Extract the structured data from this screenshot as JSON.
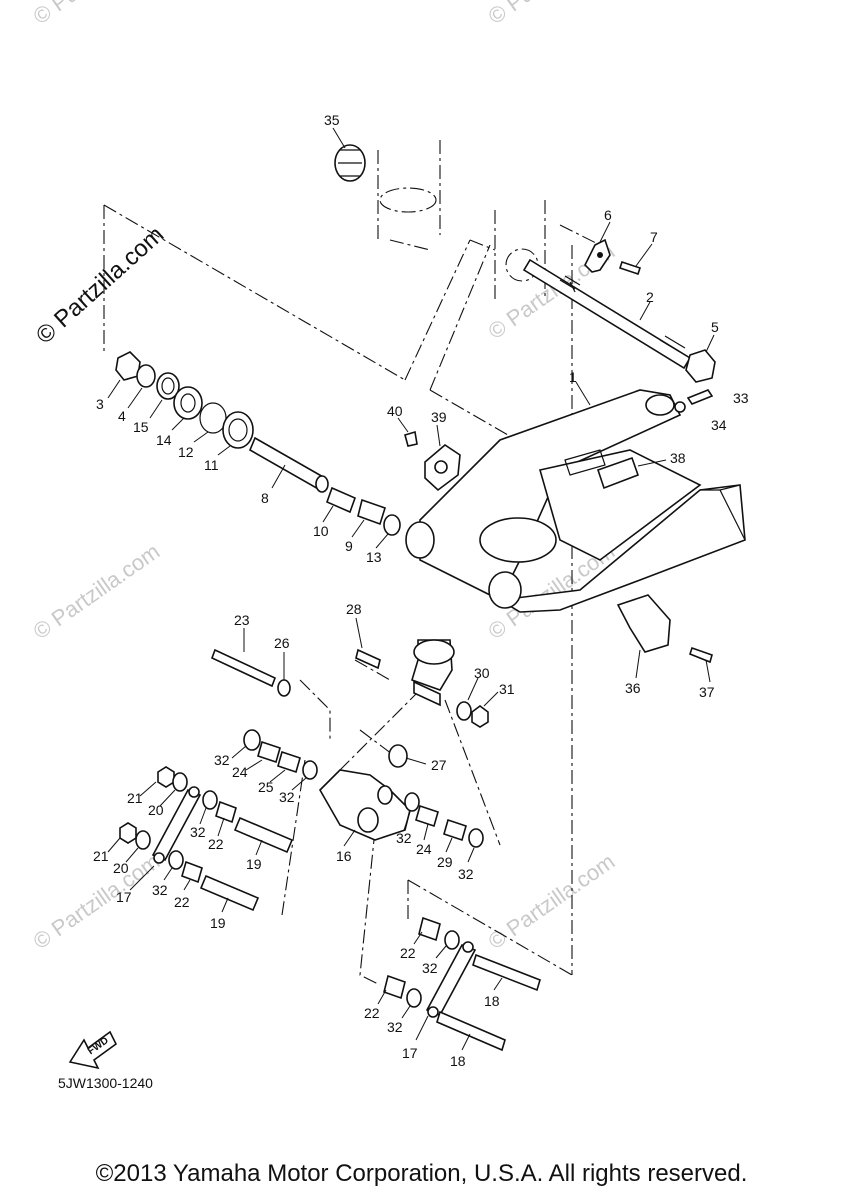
{
  "diagram": {
    "ref_code": "5JW1300-1240",
    "fwd_label": "FWD",
    "copyright": "©2013 Yamaha Motor Corporation, U.S.A. All rights reserved.",
    "watermark_big": "© Partzilla.com",
    "watermark_small": "© Partzilla.com",
    "callouts": [
      {
        "id": "35",
        "text": "35"
      },
      {
        "id": "6",
        "text": "6"
      },
      {
        "id": "7",
        "text": "7"
      },
      {
        "id": "2",
        "text": "2"
      },
      {
        "id": "5",
        "text": "5"
      },
      {
        "id": "1",
        "text": "1"
      },
      {
        "id": "33",
        "text": "33"
      },
      {
        "id": "34",
        "text": "34"
      },
      {
        "id": "3",
        "text": "3"
      },
      {
        "id": "4",
        "text": "4"
      },
      {
        "id": "15",
        "text": "15"
      },
      {
        "id": "14",
        "text": "14"
      },
      {
        "id": "12",
        "text": "12"
      },
      {
        "id": "11",
        "text": "11"
      },
      {
        "id": "40",
        "text": "40"
      },
      {
        "id": "39",
        "text": "39"
      },
      {
        "id": "38",
        "text": "38"
      },
      {
        "id": "8",
        "text": "8"
      },
      {
        "id": "10",
        "text": "10"
      },
      {
        "id": "9",
        "text": "9"
      },
      {
        "id": "13",
        "text": "13"
      },
      {
        "id": "23",
        "text": "23"
      },
      {
        "id": "26",
        "text": "26"
      },
      {
        "id": "28",
        "text": "28"
      },
      {
        "id": "30",
        "text": "30"
      },
      {
        "id": "31",
        "text": "31"
      },
      {
        "id": "36",
        "text": "36"
      },
      {
        "id": "37",
        "text": "37"
      },
      {
        "id": "27",
        "text": "27"
      },
      {
        "id": "32a",
        "text": "32"
      },
      {
        "id": "24a",
        "text": "24"
      },
      {
        "id": "25",
        "text": "25"
      },
      {
        "id": "32b",
        "text": "32"
      },
      {
        "id": "21a",
        "text": "21"
      },
      {
        "id": "20a",
        "text": "20"
      },
      {
        "id": "32c",
        "text": "32"
      },
      {
        "id": "22a",
        "text": "22"
      },
      {
        "id": "19a",
        "text": "19"
      },
      {
        "id": "16",
        "text": "16"
      },
      {
        "id": "32d",
        "text": "32"
      },
      {
        "id": "24b",
        "text": "24"
      },
      {
        "id": "29",
        "text": "29"
      },
      {
        "id": "32e",
        "text": "32"
      },
      {
        "id": "21b",
        "text": "21"
      },
      {
        "id": "20b",
        "text": "20"
      },
      {
        "id": "17a",
        "text": "17"
      },
      {
        "id": "32f",
        "text": "32"
      },
      {
        "id": "22b",
        "text": "22"
      },
      {
        "id": "19b",
        "text": "19"
      },
      {
        "id": "22c",
        "text": "22"
      },
      {
        "id": "32g",
        "text": "32"
      },
      {
        "id": "18a",
        "text": "18"
      },
      {
        "id": "22d",
        "text": "22"
      },
      {
        "id": "32h",
        "text": "32"
      },
      {
        "id": "17b",
        "text": "17"
      },
      {
        "id": "18b",
        "text": "18"
      }
    ]
  }
}
